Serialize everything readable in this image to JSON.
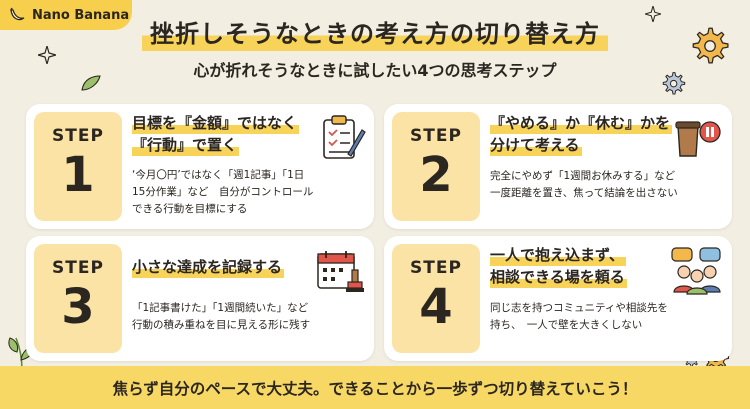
{
  "badge": {
    "label": "Nano Banana",
    "icon": "banana-icon"
  },
  "title": {
    "main": "挫折しそうなときの考え方の切り替え方",
    "sub": "心が折れそうなときに試したい4つの思考ステップ"
  },
  "steps": [
    {
      "label": "STEP",
      "number": "1",
      "head_line1": "目標を『金額』ではなく",
      "head_line2": "『行動』で置く",
      "body_line1": "‘今月〇円’ではなく「週1記事」「1日",
      "body_line2": "15分作業」など　自分がコントロール",
      "body_line3": "できる行動を目標にする",
      "icon": "clipboard-checklist-icon"
    },
    {
      "label": "STEP",
      "number": "2",
      "head_line1": "『やめる』か『休む』かを",
      "head_line2": "分けて考える",
      "body_line1": "完全にやめず「1週間お休みする」など",
      "body_line2": "一度距離を置き、焦って結論を出さない",
      "icon": "coffee-pause-icon"
    },
    {
      "label": "STEP",
      "number": "3",
      "head_line1": "小さな達成を記録する",
      "body_line1": "「1記事書けた」「1週間続いた」など",
      "body_line2": "行動の積み重ねを目に見える形に残す",
      "icon": "calendar-stamp-icon"
    },
    {
      "label": "STEP",
      "number": "4",
      "head_line1": "一人で抱え込まず、",
      "head_line2": "相談できる場を頼る",
      "body_line1": "同じ志を持つコミュニティや相談先を",
      "body_line2": "持ち、　一人で壁を大きくしない",
      "icon": "people-chat-icon"
    }
  ],
  "footer": "焦らず自分のペースで大丈夫。できることから一歩ずつ切り替えていこう！",
  "colors": {
    "background": "#f3eee2",
    "accent_yellow": "#f7cf4c",
    "step_box": "#fbe3a6",
    "text": "#2b2620"
  }
}
